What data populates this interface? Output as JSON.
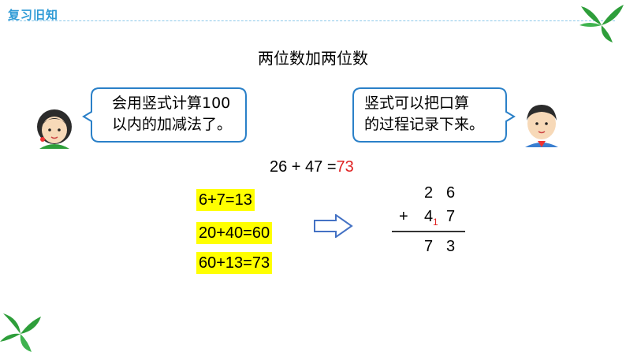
{
  "header": {
    "title": "复习旧知"
  },
  "page_title": "两位数加两位数",
  "bubbles": {
    "left": {
      "line1": "会用竖式计算100",
      "line2": "以内的加减法了。"
    },
    "right": {
      "line1": "竖式可以把口算",
      "line2": "的过程记录下来。"
    }
  },
  "equation": {
    "expression": "26 + 47 =",
    "answer": "73"
  },
  "steps": [
    "6+7=13",
    "20+40=60",
    "60+13=73"
  ],
  "vertical": {
    "row1": [
      "2",
      "6"
    ],
    "operator": "+",
    "row2": [
      "4",
      "7"
    ],
    "carry": "1",
    "result": [
      "7",
      "3"
    ]
  },
  "colors": {
    "accent": "#2f9bd6",
    "highlight": "#ffff00",
    "answer": "#e02020",
    "arrow": "#4472c4",
    "leaf": "#2e9e3a"
  }
}
